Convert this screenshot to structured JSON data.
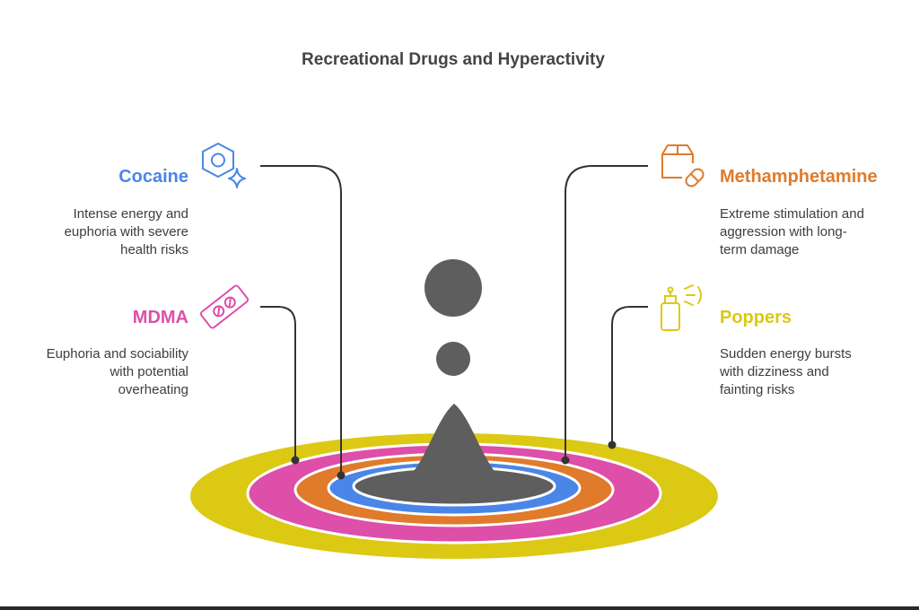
{
  "title": "Recreational Drugs and Hyperactivity",
  "colors": {
    "cocaine": "#4a86e8",
    "methamphetamine": "#e07b2b",
    "mdma": "#dd4fa8",
    "poppers": "#dcc914",
    "drop": "#5e5e5e",
    "connector": "#333333"
  },
  "items": [
    {
      "key": "cocaine",
      "name": "Cocaine",
      "desc": [
        "Intense energy and",
        "euphoria with severe",
        "health risks"
      ],
      "icon": "hexagon-nut-sparkle-icon"
    },
    {
      "key": "methamphetamine",
      "name": "Methamphetamine",
      "desc": [
        "Extreme stimulation and",
        "aggression with long-",
        "term damage"
      ],
      "icon": "box-pill-icon"
    },
    {
      "key": "mdma",
      "name": "MDMA",
      "desc": [
        "Euphoria and sociability",
        "with potential",
        "overheating"
      ],
      "icon": "pill-strip-icon"
    },
    {
      "key": "poppers",
      "name": "Poppers",
      "desc": [
        "Sudden energy bursts",
        "with dizziness and",
        "fainting risks"
      ],
      "icon": "spray-bottle-icon"
    }
  ]
}
